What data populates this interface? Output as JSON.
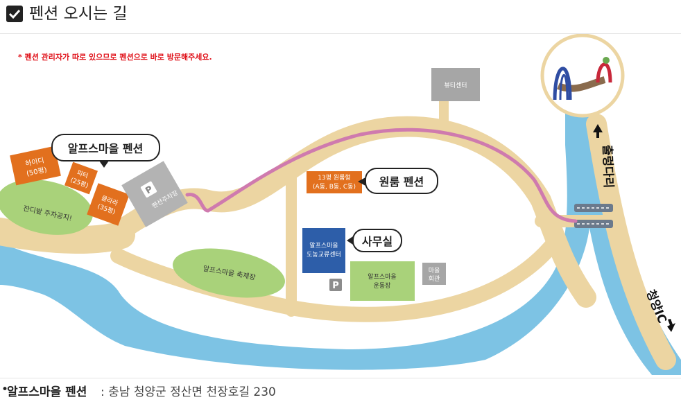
{
  "header": {
    "title": "펜션 오시는 길"
  },
  "map": {
    "notice": "* 펜션 관리자가 따로 있으므로 펜션으로 바로 방문해주세요.",
    "callouts": {
      "alps_pension": "알프스마을 펜션",
      "oneroom_pension": "원룸 펜션",
      "office": "사무실"
    },
    "buildings": {
      "haidi_name": "하이디",
      "haidi_size": "(50평)",
      "piter_name": "피터",
      "piter_size": "(25평)",
      "clara_name": "클라라",
      "clara_size": "(35평)",
      "pension_parking": "펜션주차장",
      "parking_letter": "P",
      "grass_parking": "잔디밭 주차공지!",
      "festival_ground": "알프스마을 축제장",
      "center_line1": "알프스마을",
      "center_line2": "도농교류센터",
      "playground_line1": "알프스마을",
      "playground_line2": "운동장",
      "hall_line1": "마을",
      "hall_line2": "회관",
      "oneroom_line1": "13평 원룸형",
      "oneroom_line2": "(A동, B동, C동)",
      "beauty_center": "뷰티센터"
    },
    "directions": {
      "chulleong_bridge": "출렁다리",
      "cheongyang_ic": "청양IC"
    },
    "colors": {
      "road": "#ecd5a2",
      "river": "#7dc3e4",
      "grass": "#a9d27a",
      "route": "#cf7aae",
      "building_orange": "#e2701e",
      "building_gray": "#a6a6a6",
      "center_blue": "#2d5ea9",
      "notice_red": "#e0141c"
    }
  },
  "footer": {
    "bullet": "•",
    "name": "알프스마을 펜션",
    "address": ": 충남 청양군 정산면 천장호길 230"
  }
}
